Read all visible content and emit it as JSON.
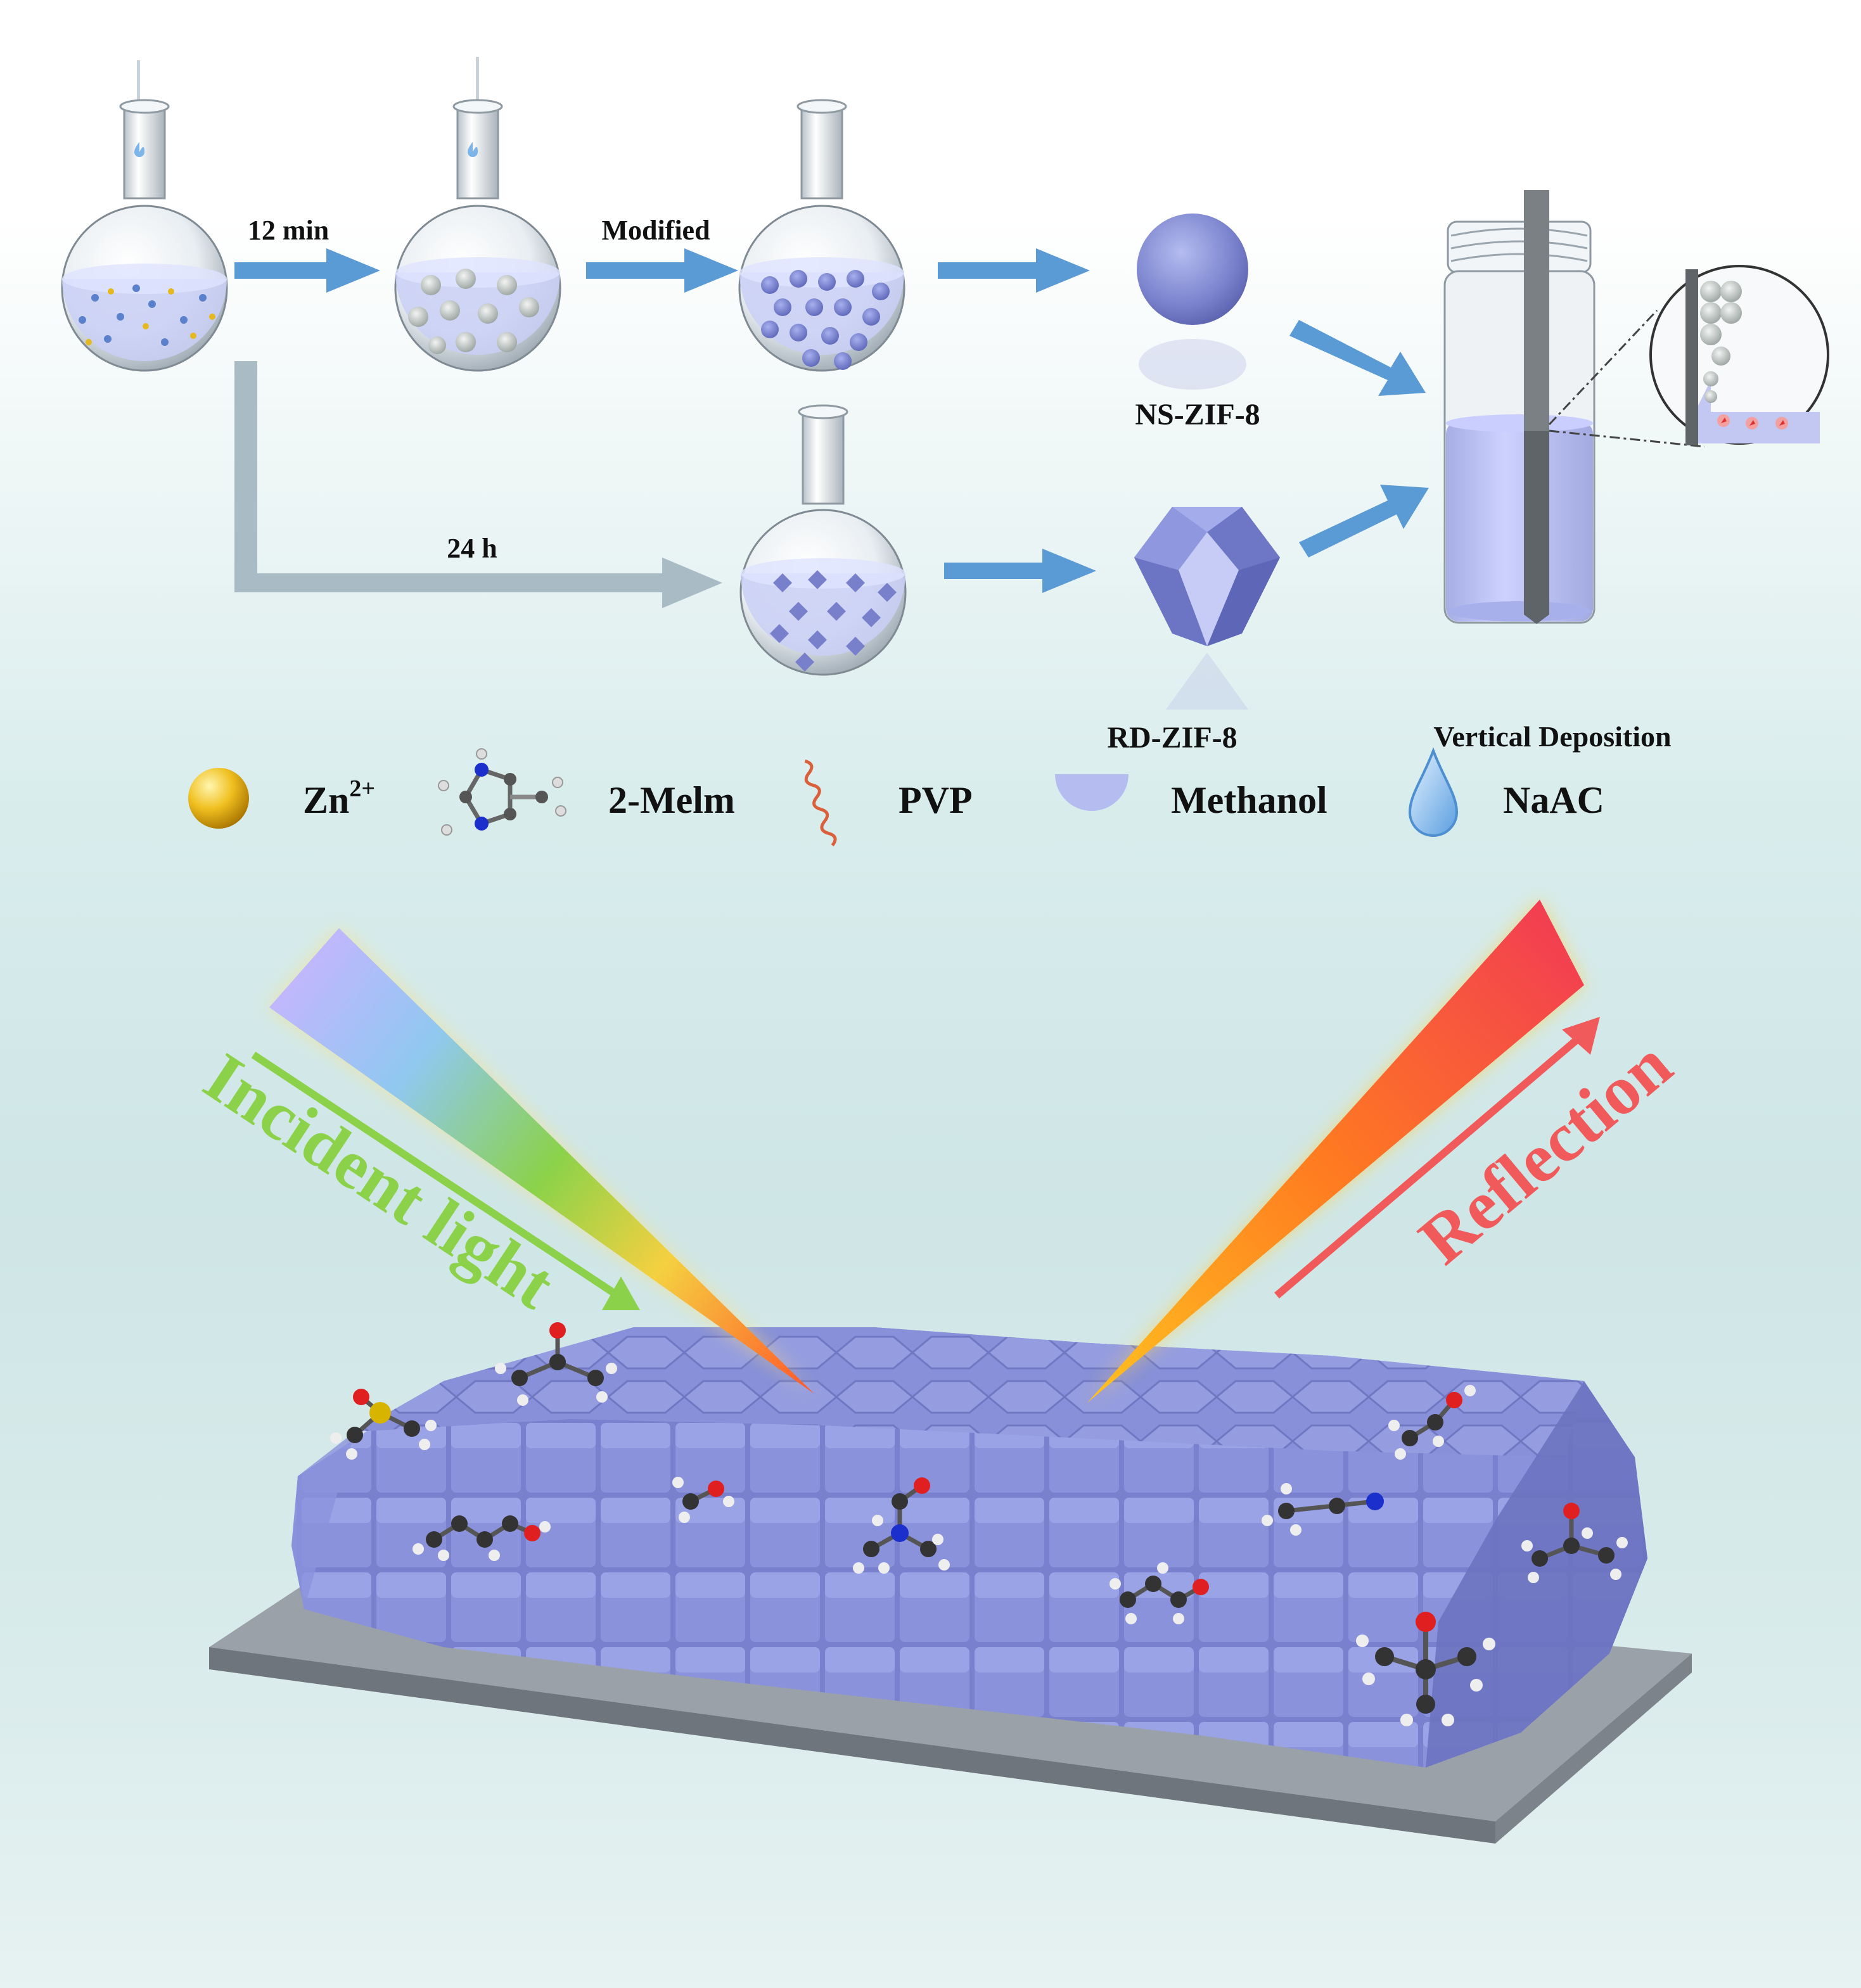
{
  "steps": {
    "time_short": "12 min",
    "modified": "Modified",
    "time_long": "24 h"
  },
  "products": {
    "nanosphere": "NS-ZIF-8",
    "dodecahedron": "RD-ZIF-8",
    "deposition": "Vertical Deposition"
  },
  "legend": [
    {
      "label": "Zn",
      "sup": "2+",
      "icon": "zinc-ion-icon"
    },
    {
      "label": "2-Melm",
      "icon": "methylimidazole-icon"
    },
    {
      "label": "PVP",
      "icon": "pvp-chain-icon"
    },
    {
      "label": "Methanol",
      "icon": "methanol-icon"
    },
    {
      "label": "NaAC",
      "icon": "droplet-icon"
    }
  ],
  "optics": {
    "incident": "Incident light",
    "reflection": "Reflection"
  },
  "colors": {
    "arrow_blue": "#5b9bd5",
    "arrow_gray": "#a9bcc6",
    "zif_purple": "#8088d4",
    "incident_green": "#8bd24a",
    "reflection_red": "#f05a5a"
  }
}
